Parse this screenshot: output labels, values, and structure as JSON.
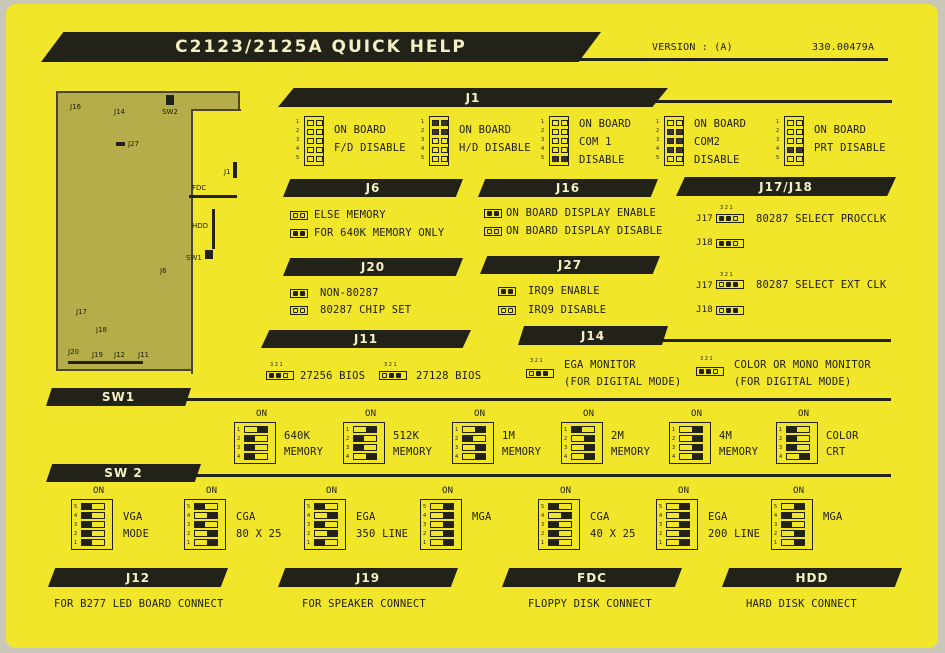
{
  "header": {
    "title": "C2123/2125A QUICK HELP",
    "version": "VERSION : (A)",
    "part": "330.00479A"
  },
  "board": {
    "labels": {
      "j16": "J16",
      "j14": "J14",
      "sw2": "SW2",
      "j27": "J27",
      "j1": "J1",
      "fdc": "FDC",
      "hdd": "HDD",
      "sw1": "SW1",
      "j6": "J6",
      "j17": "J17",
      "j18": "J18",
      "j20": "J20",
      "j19": "J19",
      "j12": "J12",
      "j11": "J11"
    }
  },
  "j1": {
    "title": "J1",
    "groups": [
      {
        "lines": [
          "ON BOARD",
          "F/D DISABLE"
        ]
      },
      {
        "lines": [
          "ON BOARD",
          "H/D DISABLE"
        ]
      },
      {
        "lines": [
          "ON BOARD",
          "COM 1",
          "DISABLE"
        ]
      },
      {
        "lines": [
          "ON BOARD",
          "COM2",
          "DISABLE"
        ]
      },
      {
        "lines": [
          "ON BOARD",
          "PRT DISABLE"
        ]
      }
    ],
    "pin_numbers": [
      "1",
      "2",
      "3",
      "4",
      "5"
    ]
  },
  "j6": {
    "title": "J6",
    "items": [
      "ELSE MEMORY",
      "FOR 640K MEMORY ONLY"
    ]
  },
  "j16": {
    "title": "J16",
    "items": [
      "ON BOARD DISPLAY ENABLE",
      "ON BOARD DISPLAY DISABLE"
    ]
  },
  "j17j18": {
    "title": "J17/J18",
    "j17": "J17",
    "j18": "J18",
    "items": [
      "80287 SELECT PROCCLK",
      "80287 SELECT EXT CLK"
    ],
    "pins": "3 2 1"
  },
  "j20": {
    "title": "J20",
    "items": [
      "NON-80287",
      "80287 CHIP SET"
    ]
  },
  "j27": {
    "title": "J27",
    "items": [
      "IRQ9 ENABLE",
      "IRQ9 DISABLE"
    ]
  },
  "j11": {
    "title": "J11",
    "pins": "3 2 1",
    "items": [
      "27256 BIOS",
      "27128 BIOS"
    ]
  },
  "j14": {
    "title": "J14",
    "pins": "3 2 1",
    "items": [
      {
        "a": "EGA MONITOR",
        "b": "(FOR DIGITAL MODE)"
      },
      {
        "a": "COLOR OR MONO MONITOR",
        "b": "(FOR DIGITAL MODE)"
      }
    ]
  },
  "sw1": {
    "title": "SW1",
    "on": "ON",
    "items": [
      {
        "a": "640K",
        "b": "MEMORY"
      },
      {
        "a": "512K",
        "b": "MEMORY"
      },
      {
        "a": "1M",
        "b": "MEMORY"
      },
      {
        "a": "2M",
        "b": "MEMORY"
      },
      {
        "a": "4M",
        "b": "MEMORY"
      },
      {
        "a": "COLOR",
        "b": "CRT"
      }
    ],
    "nums": [
      "1",
      "2",
      "3",
      "4"
    ]
  },
  "sw2": {
    "title": "SW 2",
    "on": "ON",
    "items": [
      {
        "a": "VGA",
        "b": "MODE"
      },
      {
        "a": "CGA",
        "b": "80 X 25"
      },
      {
        "a": "EGA",
        "b": "350 LINE"
      },
      {
        "a": "MGA",
        "b": ""
      },
      {
        "a": "CGA",
        "b": "40 X 25"
      },
      {
        "a": "EGA",
        "b": "200 LINE"
      },
      {
        "a": "MGA",
        "b": ""
      }
    ],
    "nums": [
      "5",
      "4",
      "3",
      "2",
      "1"
    ]
  },
  "footer": [
    {
      "title": "J12",
      "text": "FOR B277 LED BOARD CONNECT"
    },
    {
      "title": "J19",
      "text": "FOR SPEAKER CONNECT"
    },
    {
      "title": "FDC",
      "text": "FLOPPY DISK CONNECT"
    },
    {
      "title": "HDD",
      "text": "HARD DISK CONNECT"
    }
  ]
}
